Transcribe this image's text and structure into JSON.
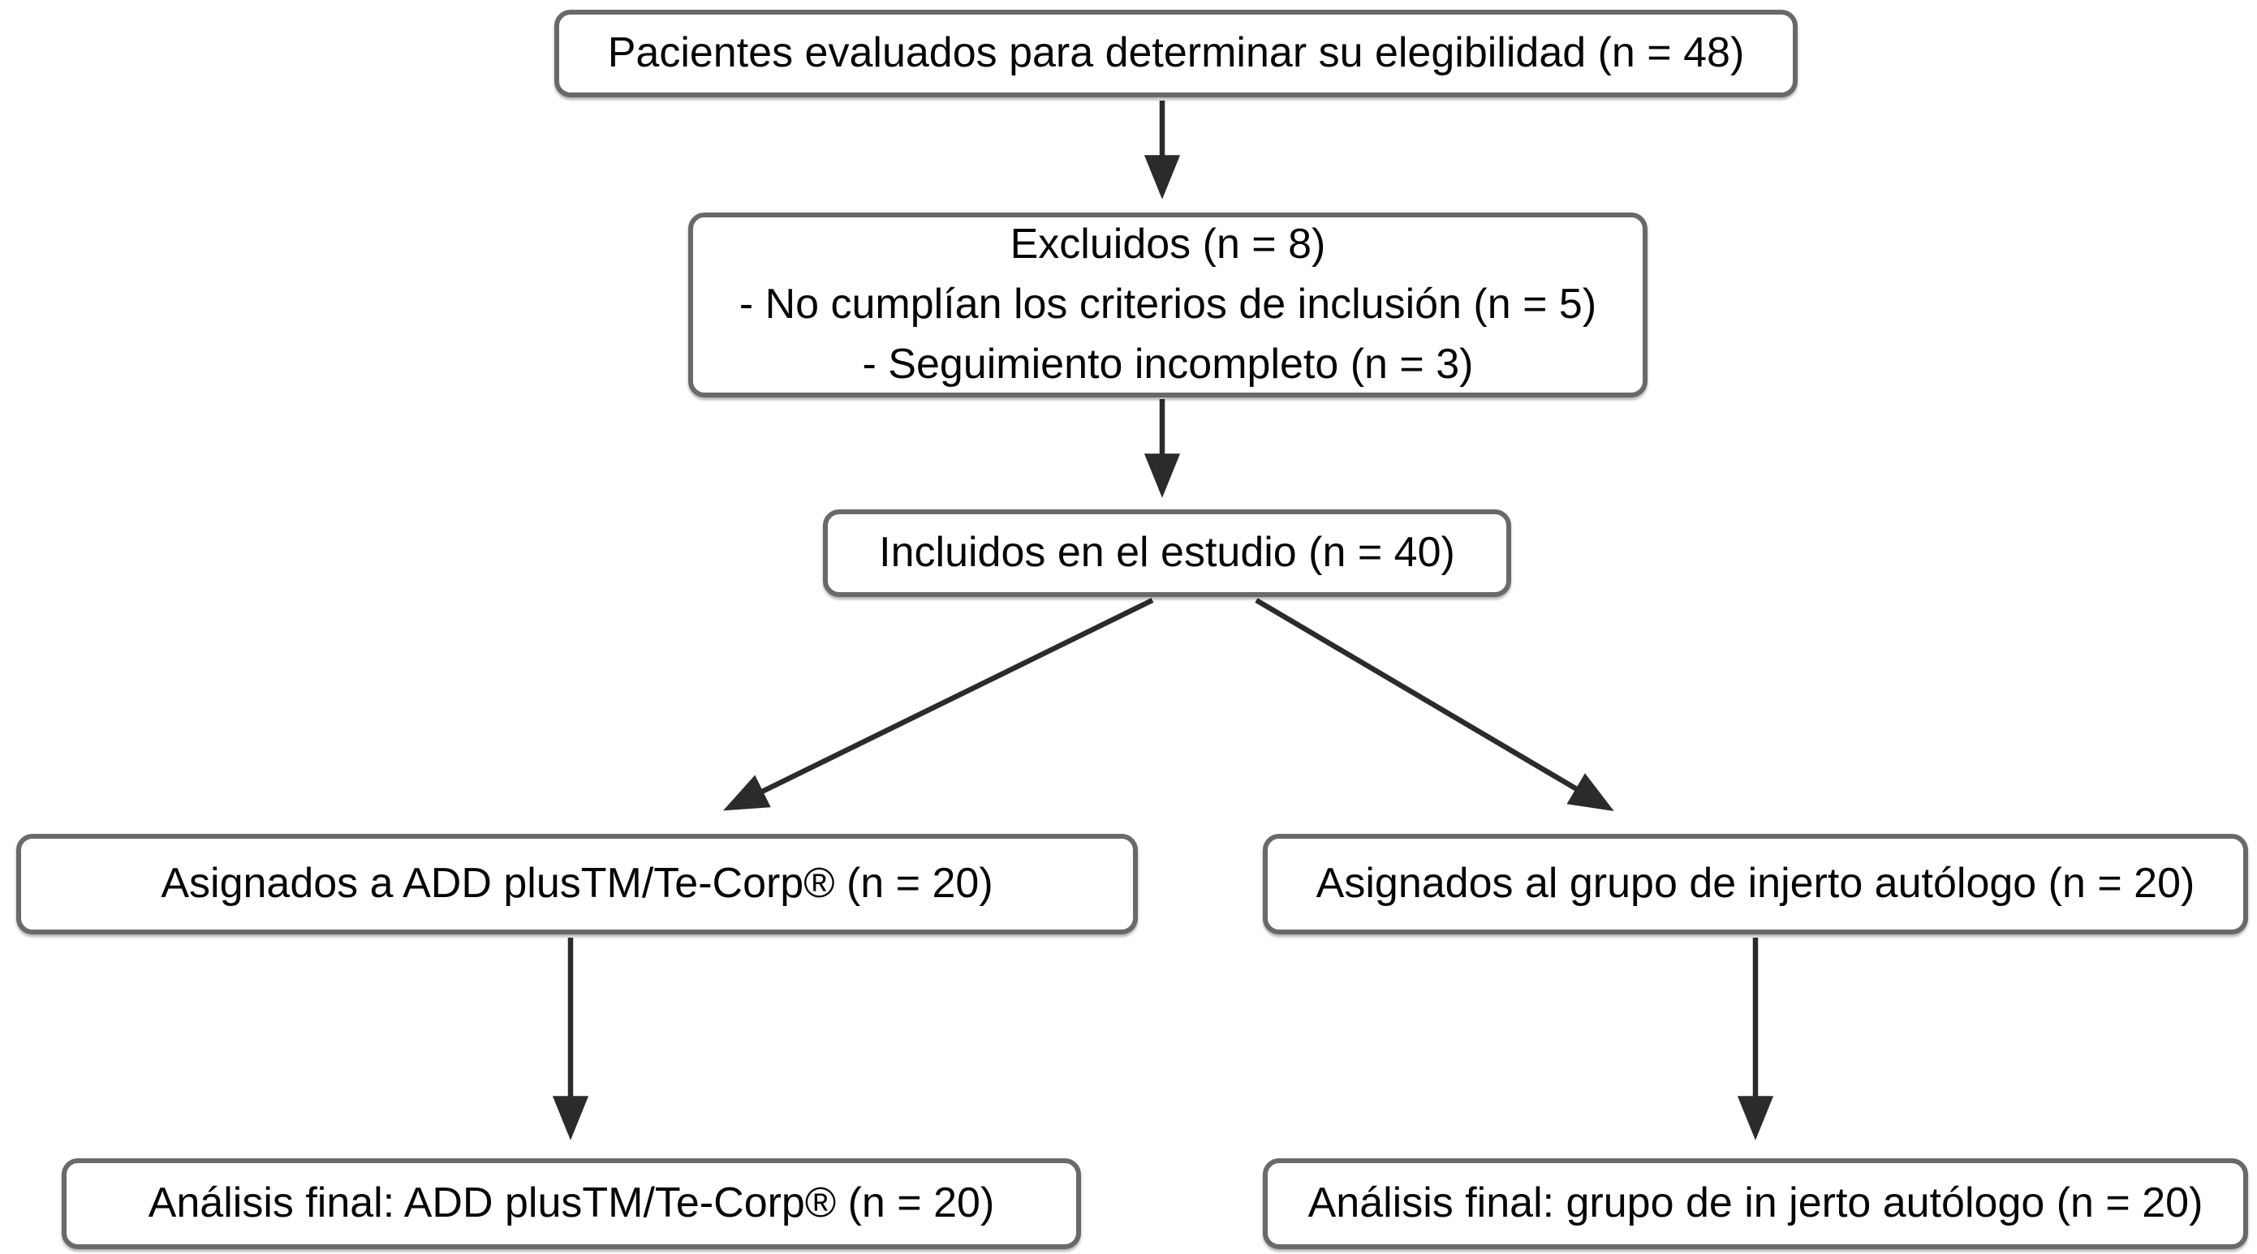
{
  "diagram": {
    "type": "flowchart",
    "language": "es",
    "description": "Diagrama de flujo de pacientes (estilo CONSORT)",
    "nodes": {
      "eligibility": {
        "label": "Pacientes evaluados para determinar su elegibilidad (n = 48)"
      },
      "excluded": {
        "lines": [
          "Excluidos (n = 8)",
          "- No cumplían los criterios de inclusión (n = 5)",
          "- Seguimiento incompleto (n = 3)"
        ]
      },
      "included": {
        "label": "Incluidos en el estudio (n = 40)"
      },
      "group_add": {
        "label": "Asignados a ADD plusTM/Te-Corp® (n = 20)"
      },
      "group_autologous": {
        "label": "Asignados al grupo de injerto autólogo (n = 20)"
      },
      "final_add": {
        "label": "Análisis final: ADD plusTM/Te-Corp® (n = 20)"
      },
      "final_autologous": {
        "label": "Análisis final: grupo de in jerto autólogo (n = 20)"
      }
    },
    "counts": {
      "assessed": 48,
      "excluded": 8,
      "not_meeting_inclusion_criteria": 5,
      "incomplete_followup": 3,
      "included": 40,
      "group_add": 20,
      "group_autologous": 20,
      "final_add": 20,
      "final_autologous": 20
    },
    "edges": [
      "eligibility->excluded",
      "excluded->included",
      "included->group_add",
      "included->group_autologous",
      "group_add->final_add",
      "group_autologous->final_autologous"
    ],
    "colors": {
      "box_border": "#696969",
      "box_fill": "#ffffff",
      "arrow": "#2b2b2b",
      "text": "#060606",
      "background": "#ffffff"
    }
  }
}
